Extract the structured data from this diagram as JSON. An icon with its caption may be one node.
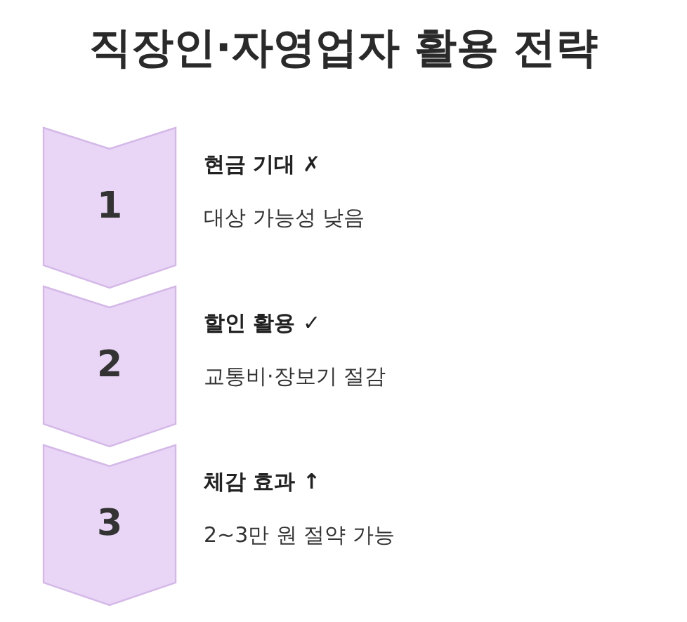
{
  "diagram": {
    "title": "직장인·자영업자 활용 전략",
    "nodes": [
      {
        "text": [
          "1"
        ],
        "beside": [
          "현금 기대 ✗",
          "대상 가능성 낮음"
        ]
      },
      {
        "text": [
          "2"
        ],
        "beside": [
          "할인 활용 ✓",
          "교통비·장보기 절감"
        ]
      },
      {
        "text": [
          "3"
        ],
        "beside": [
          "체감 효과 ↑",
          "2~3만 원 절약 가능"
        ]
      }
    ]
  }
}
